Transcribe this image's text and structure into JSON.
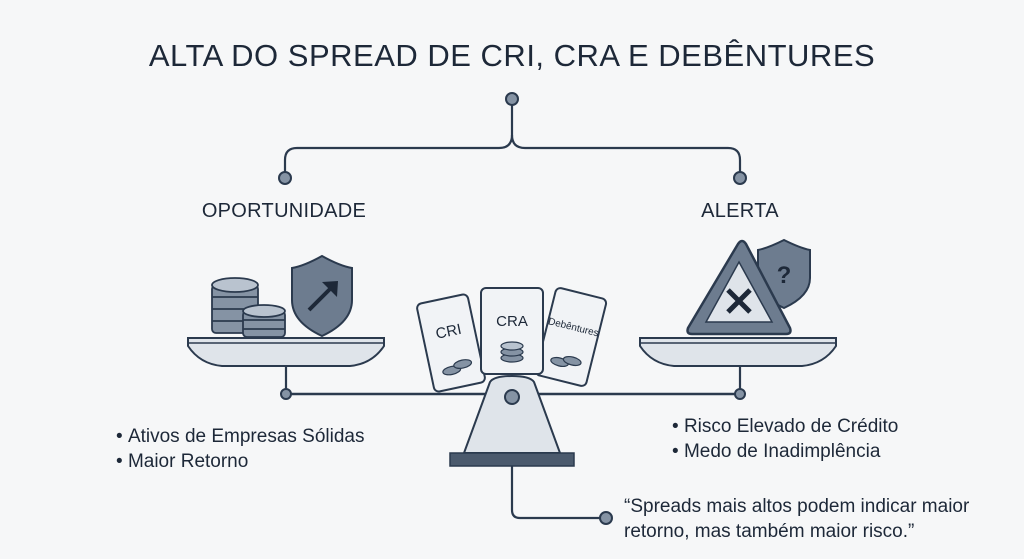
{
  "title": "ALTA DO SPREAD DE CRI, CRA E DEBÊNTURES",
  "left": {
    "heading": "OPORTUNIDADE",
    "items": [
      "Ativos de Empresas Sólidas",
      "Maior Retorno"
    ]
  },
  "right": {
    "heading": "ALERTA",
    "items": [
      "Risco Elevado de Crédito",
      "Medo de Inadimplência"
    ]
  },
  "cards": [
    "CRI",
    "CRA",
    "Debêntures"
  ],
  "quote": "“Spreads mais altos podem indicar maior\nretorno, mas também maior risco.”",
  "colors": {
    "line": "#2b3a4e",
    "fill_light": "#dfe4ea",
    "fill_mid": "#8593a4",
    "shield": "#6d7c8f",
    "base": "#4b5a6d"
  },
  "icons": [
    "coin-stack-icon",
    "shield-arrow-icon",
    "warning-triangle-icon",
    "question-shield-icon"
  ]
}
